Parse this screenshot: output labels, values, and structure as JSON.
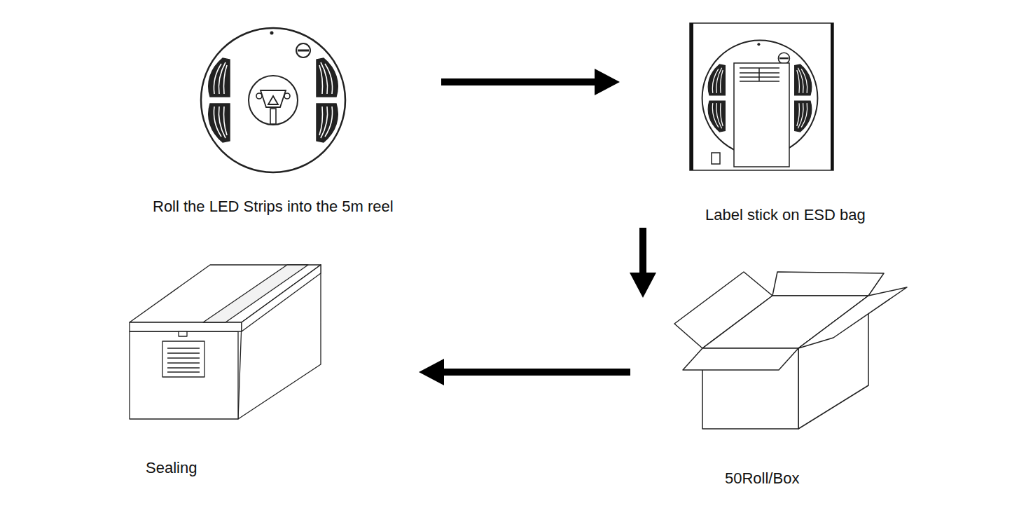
{
  "diagram": {
    "nodes": [
      {
        "text": [
          "Roll the LED Strips into the 5m reel"
        ]
      },
      {
        "text": [
          "Label stick on ESD bag"
        ]
      },
      {
        "text": [
          "50Roll/Box"
        ]
      },
      {
        "text": [
          "Sealing"
        ]
      }
    ],
    "edges": [
      {
        "from": 0,
        "to": 1,
        "arrow": "to"
      },
      {
        "from": 1,
        "to": 2,
        "arrow": "to"
      },
      {
        "from": 2,
        "to": 3,
        "arrow": "to"
      }
    ]
  }
}
